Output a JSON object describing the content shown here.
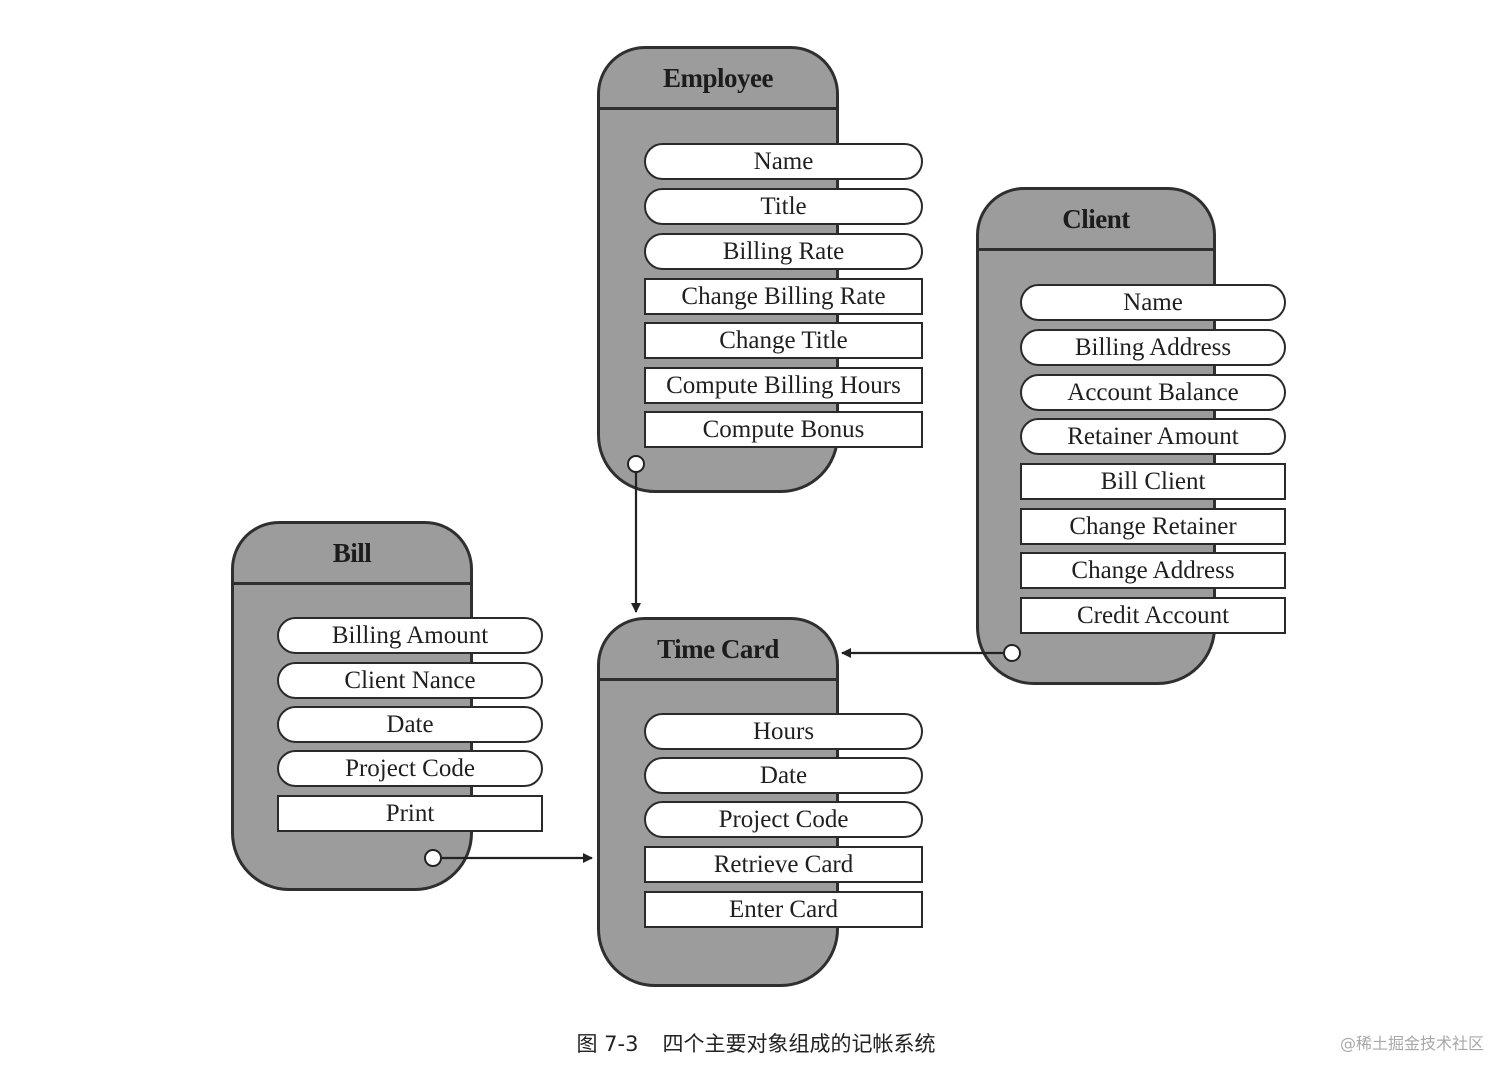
{
  "objects": {
    "employee": {
      "title": "Employee",
      "items": [
        "Name",
        "Title",
        "Billing Rate",
        "Change Billing Rate",
        "Change Title",
        "Compute Billing Hours",
        "Compute Bonus"
      ],
      "kinds": [
        "attr",
        "attr",
        "attr",
        "method",
        "method",
        "method",
        "method"
      ]
    },
    "client": {
      "title": "Client",
      "items": [
        "Name",
        "Billing Address",
        "Account Balance",
        "Retainer Amount",
        "Bill Client",
        "Change Retainer",
        "Change Address",
        "Credit Account"
      ],
      "kinds": [
        "attr",
        "attr",
        "attr",
        "attr",
        "method",
        "method",
        "method",
        "method"
      ]
    },
    "bill": {
      "title": "Bill",
      "items": [
        "Billing Amount",
        "Client Nance",
        "Date",
        "Project Code",
        "Print"
      ],
      "kinds": [
        "attr",
        "attr",
        "attr",
        "attr",
        "method"
      ]
    },
    "timecard": {
      "title": "Time Card",
      "items": [
        "Hours",
        "Date",
        "Project Code",
        "Retrieve Card",
        "Enter Card"
      ],
      "kinds": [
        "attr",
        "attr",
        "attr",
        "method",
        "method"
      ]
    }
  },
  "caption": {
    "number": "图 7-3",
    "text": "四个主要对象组成的记帐系统"
  },
  "watermark": "@稀土掘金技术社区"
}
